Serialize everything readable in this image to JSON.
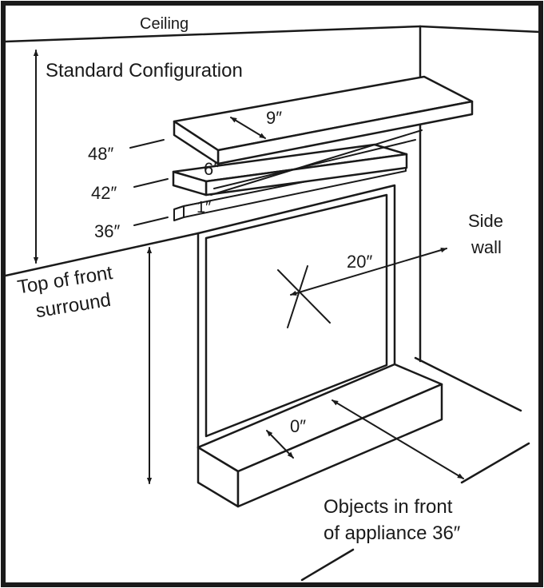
{
  "labels": {
    "ceiling": "Ceiling",
    "configuration": "Standard Configuration",
    "h48": "48″",
    "h42": "42″",
    "h36": "36″",
    "d9": "9″",
    "d6": "6″",
    "d1": "1″",
    "side_wall_1": "Side",
    "side_wall_2": "wall",
    "side_clearance": "20″",
    "top_front_1": "Top of front",
    "top_front_2": "surround",
    "hearth_clearance": "0″",
    "objects_1": "Objects in front",
    "objects_2": "of appliance 36″"
  },
  "colors": {
    "line": "#1a1a1a",
    "background": "#ffffff"
  }
}
